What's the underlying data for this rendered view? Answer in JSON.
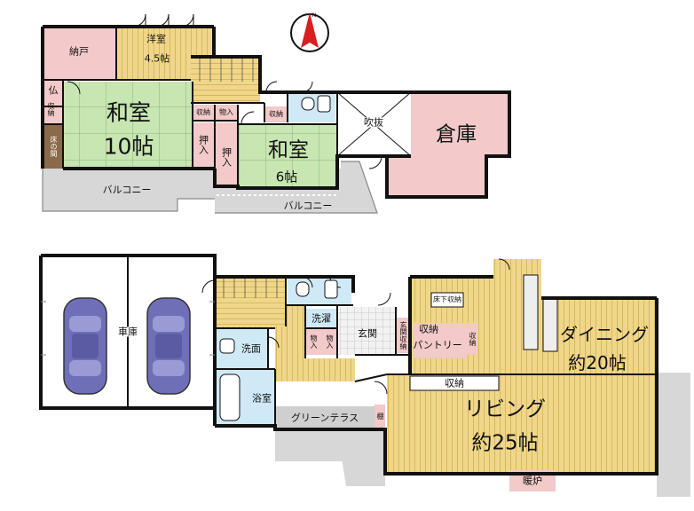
{
  "upper_floor": {
    "nando": "納戸",
    "youshitsu_name": "洋室",
    "youshitsu_size": "4.5帖",
    "butsudan": "仏",
    "shuunou_left": "収納",
    "tokonoma": "床の間",
    "washitsu10_name": "和室",
    "washitsu10_size": "10帖",
    "shuunou_a": "収納",
    "monoire_a": "物入",
    "shuunou_b": "収納",
    "oshiire_a": "押入",
    "oshiire_b": "押入",
    "washitsu6_name": "和室",
    "washitsu6_size": "6帖",
    "fukinuke": "吹抜",
    "souko": "倉庫",
    "balcony_left": "バルコニー",
    "balcony_right": "バルコニー",
    "compass_letter": "N"
  },
  "lower_floor": {
    "shako": "車庫",
    "sentaku": "洗濯",
    "monoire_c": "物入",
    "monoire_d": "物入",
    "genkan": "玄関",
    "genkan_shuunou": "玄関収納",
    "senmen": "洗面",
    "yokushitsu": "浴室",
    "green_terrace": "グリーンテラス",
    "tana": "棚",
    "yukashita_shuunou": "床下収納",
    "shuunou_d": "収納",
    "pantry": "パントリー",
    "shuunou_e": "収納",
    "shuunou_f": "収納",
    "dining_name": "ダイニング",
    "dining_size": "約20帖",
    "living_name": "リビング",
    "living_size": "約25帖",
    "danro": "暖炉"
  },
  "colors": {
    "wall": "#111111",
    "japanese_room": "#c7e6b2",
    "wood_floor": "#efd68a",
    "storage": "#f3c9c9",
    "wet_area": "#cfeaf6",
    "balcony": "#d7d7d7",
    "tatami_alcove": "#8a6a4a",
    "compass": "#d81e1e"
  }
}
